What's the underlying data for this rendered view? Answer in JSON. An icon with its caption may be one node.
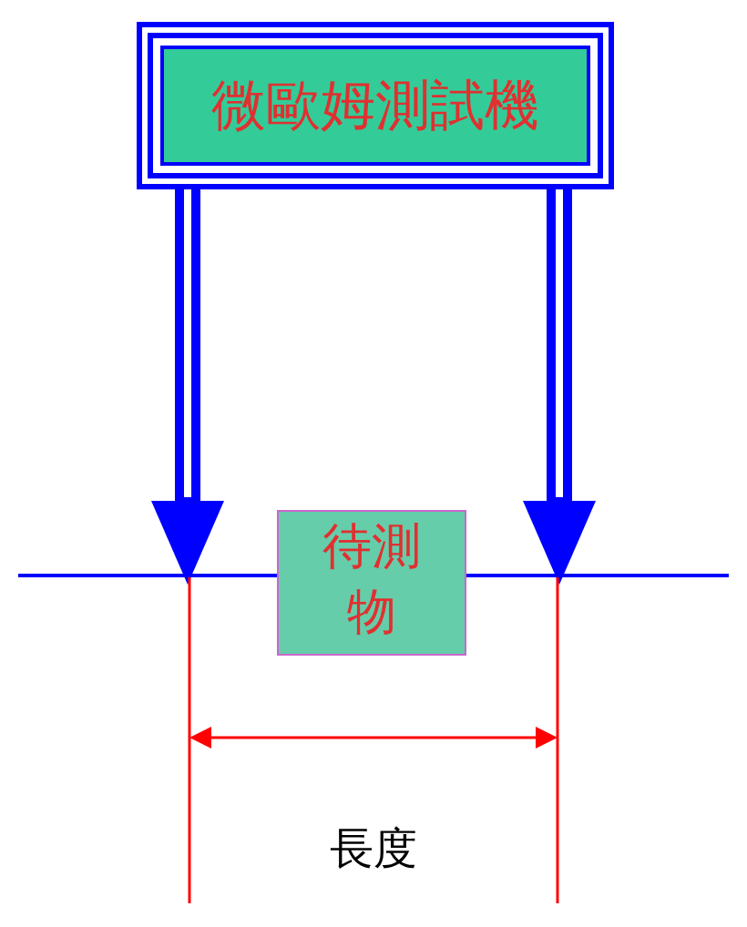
{
  "diagram": {
    "nodes": [
      {
        "text": [
          "微歐姆測試機"
        ]
      },
      {
        "text": [],
        "shape": "line"
      },
      {
        "text": [
          "待測物"
        ]
      }
    ],
    "edges": [
      {
        "from": 0,
        "to": 1,
        "arrow": "to"
      },
      {
        "from": 0,
        "to": 1,
        "arrow": "to"
      }
    ],
    "labels": [
      "長度"
    ]
  }
}
